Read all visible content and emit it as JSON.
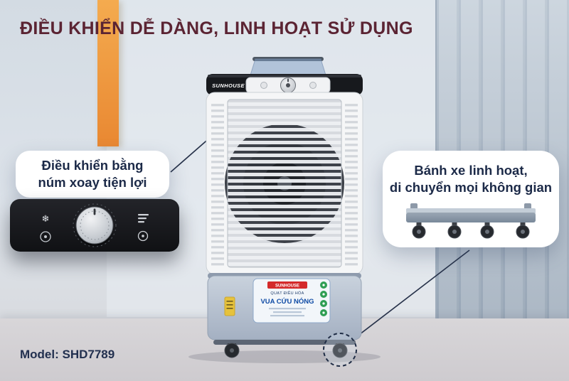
{
  "title": "ĐIỀU KHIỂN DỄ DÀNG, LINH HOẠT SỬ DỤNG",
  "model_label": "Model: SHD7789",
  "callouts": {
    "left": {
      "line1": "Điều khiển bằng",
      "line2": "núm xoay tiện lợi"
    },
    "right": {
      "line1": "Bánh xe linh hoạt,",
      "line2": "di chuyển mọi không gian"
    }
  },
  "product": {
    "brand": "SUNHOUSE",
    "label": {
      "brand": "SUNHOUSE",
      "subtitle": "QUẠT ĐIỀU HÒA",
      "title": "VUA CỨU NÓNG"
    }
  },
  "icons": {
    "snowflake": "❄"
  },
  "colors": {
    "title": "#5b2433",
    "accent_stripe": "#efa04b",
    "callout_text": "#1c2a48",
    "label_blue": "#0f4ba5",
    "logo_red": "#d42a2a",
    "check_green": "#2f9e53",
    "panel_black": "#17181c"
  }
}
